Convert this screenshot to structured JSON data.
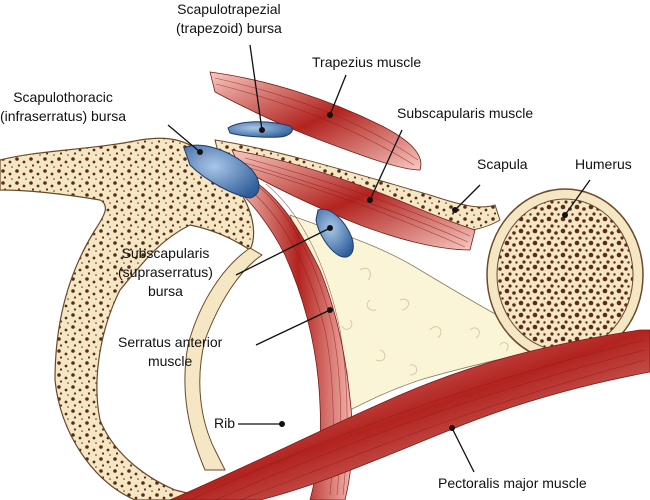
{
  "labels": {
    "scapulotrapezial": [
      "Scapulotrapezial",
      "(trapezoid) bursa"
    ],
    "trapezius": "Trapezius muscle",
    "scapulothoracic": [
      "Scapulothoracic",
      "(infraserratus) bursa"
    ],
    "subscapularis_muscle": "Subscapularis muscle",
    "scapula": "Scapula",
    "humerus": "Humerus",
    "subscapularis_bursa": [
      "Subscapularis",
      "(supraserratus)",
      "bursa"
    ],
    "serratus": [
      "Serratus anterior",
      "muscle"
    ],
    "rib": "Rib",
    "pectoralis": "Pectoralis major muscle"
  },
  "colors": {
    "bone": "#f5e6c4",
    "bone_outline": "#6b4a2a",
    "marrow": "#5a2a1a",
    "muscle_dark": "#b2231f",
    "muscle_light": "#f3b6ae",
    "bursa": "#2f5d9a",
    "bursa_light": "#a9c6e8",
    "fat": "#fbf5d8",
    "leader": "#111111"
  }
}
